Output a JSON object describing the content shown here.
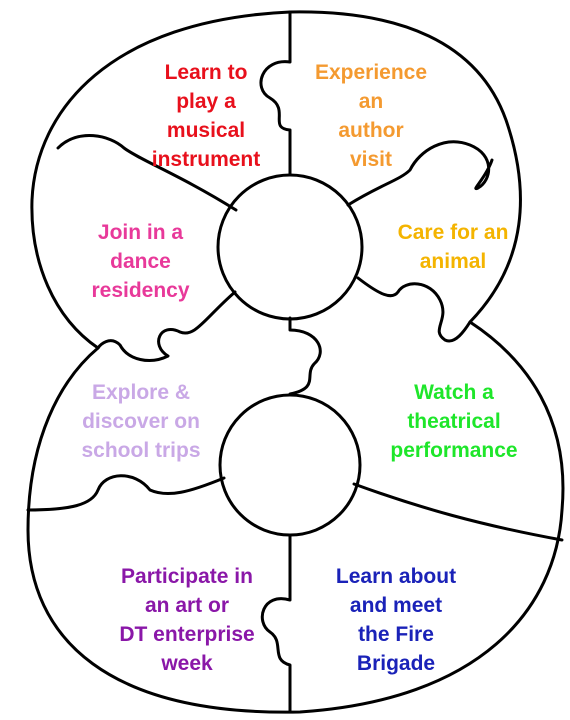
{
  "pieces": [
    {
      "id": "musical-instrument",
      "lines": [
        "Learn to",
        "play a",
        "musical",
        "instrument"
      ],
      "color": "#e8101c"
    },
    {
      "id": "author-visit",
      "lines": [
        "Experience",
        "an",
        "author",
        "visit"
      ],
      "color": "#f49a30"
    },
    {
      "id": "dance-residency",
      "lines": [
        "Join in a",
        "dance",
        "residency"
      ],
      "color": "#e8399a"
    },
    {
      "id": "care-animal",
      "lines": [
        "Care for an",
        "animal"
      ],
      "color": "#f4b400"
    },
    {
      "id": "school-trips",
      "lines": [
        "Explore &",
        "discover on",
        "school trips"
      ],
      "color": "#c9a8e6"
    },
    {
      "id": "theatrical-performance",
      "lines": [
        "Watch a",
        "theatrical",
        "performance"
      ],
      "color": "#1ee62a"
    },
    {
      "id": "art-dt-enterprise",
      "lines": [
        "Participate in",
        "an art or",
        "DT enterprise",
        "week"
      ],
      "color": "#8a17a8"
    },
    {
      "id": "fire-brigade",
      "lines": [
        "Learn about",
        "and meet",
        "the Fire",
        "Brigade"
      ],
      "color": "#1a22b8"
    }
  ],
  "outline_color": "#000000",
  "background_color": "#ffffff"
}
